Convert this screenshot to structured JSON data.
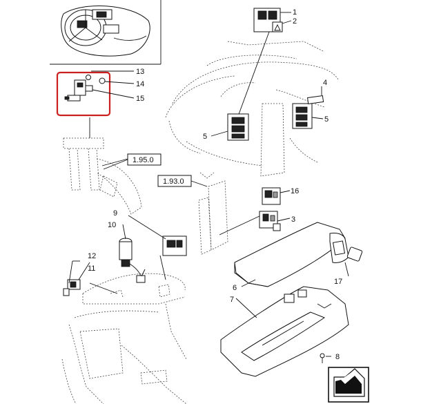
{
  "colors": {
    "highlight": "#cc1f1f",
    "ink": "#111111"
  },
  "callouts": [
    "1",
    "2",
    "3",
    "4",
    "5",
    "5",
    "6",
    "7",
    "8",
    "9",
    "10",
    "11",
    "12",
    "13",
    "14",
    "15",
    "16",
    "17"
  ],
  "references": [
    "1.95.0",
    "1.93.0"
  ],
  "icons": {
    "nav": "next-page-arrow-icon"
  }
}
